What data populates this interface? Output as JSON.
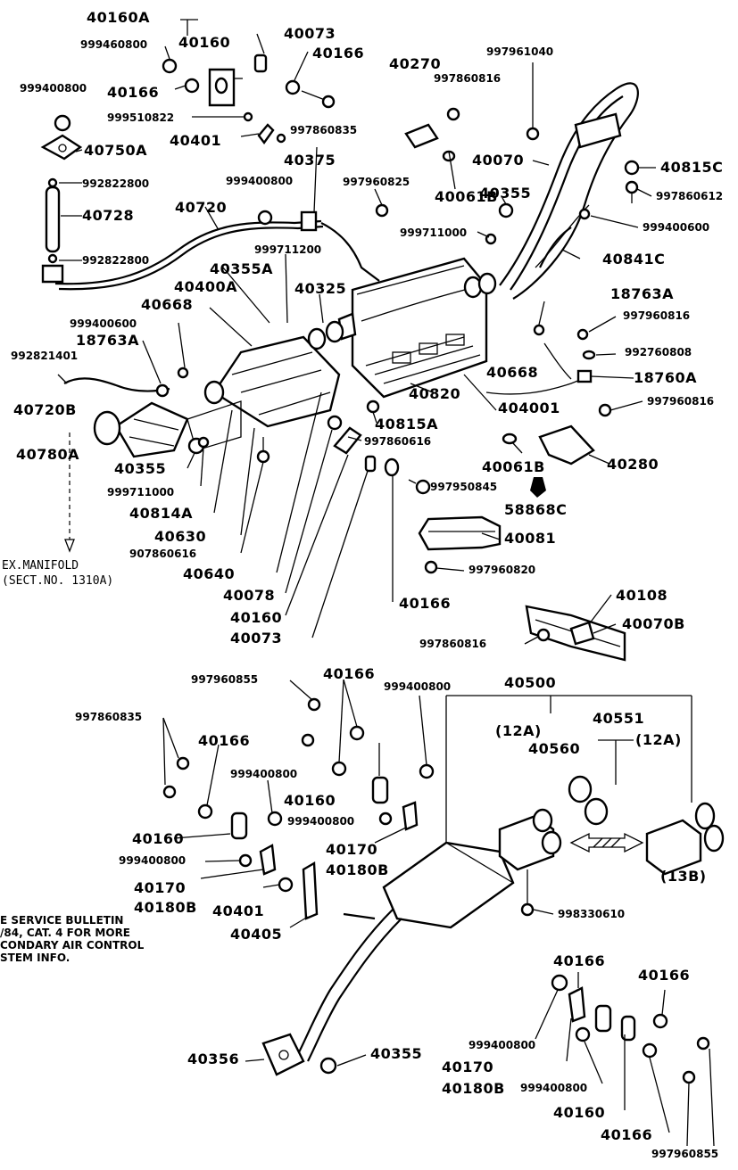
{
  "labels": {
    "l40160A": "40160A",
    "l999460800": "999460800",
    "l40160_top": "40160",
    "l40073_top": "40073",
    "l40166_top": "40166",
    "l40270": "40270",
    "l997961040": "997961040",
    "l999400800_a": "999400800",
    "l40166_b": "40166",
    "l997860816_a": "997860816",
    "l999510822": "999510822",
    "l997860835_a": "997860835",
    "l40401_top": "40401",
    "l40750A": "40750A",
    "l40070": "40070",
    "l40815C": "40815C",
    "l40375": "40375",
    "l992822800_a": "992822800",
    "l999400800_b": "999400800",
    "l997960825": "997960825",
    "l40061B_a": "40061B",
    "l40355_a": "40355",
    "l997860612": "997860612",
    "l40728": "40728",
    "l40720": "40720",
    "l999711000_a": "999711000",
    "l999400600_a": "999400600",
    "l992822800_b": "992822800",
    "l999711200": "999711200",
    "l40841C": "40841C",
    "l40355A": "40355A",
    "l40400A": "40400A",
    "l40325": "40325",
    "l18763A_a": "18763A",
    "l40668_a": "40668",
    "l999400600_b": "999400600",
    "l997960816_a": "997960816",
    "l18763A_b": "18763A",
    "l992760808": "992760808",
    "l992821401": "992821401",
    "l40668_b": "40668",
    "l18760A": "18760A",
    "l40720B": "40720B",
    "l40820": "40820",
    "l404001": "404001",
    "l997960816_b": "997960816",
    "l40815A": "40815A",
    "l997860616": "997860616",
    "l40780A": "40780A",
    "l40061B_b": "40061B",
    "l40280": "40280",
    "l40355_b": "40355",
    "l997950845": "997950845",
    "l999711000_b": "999711000",
    "l58868C": "58868C",
    "l40814A": "40814A",
    "l40630": "40630",
    "l40081": "40081",
    "l907860616": "907860616",
    "l997960820": "997960820",
    "l40640": "40640",
    "l40078": "40078",
    "l40166_c": "40166",
    "l40160_c": "40160",
    "l40073_c": "40073",
    "l40108": "40108",
    "l40070B": "40070B",
    "l997860816_b": "997860816",
    "l997960855_a": "997960855",
    "l40166_d": "40166",
    "l999400800_c": "999400800",
    "l40500": "40500",
    "l997860835_b": "997860835",
    "l40166_e": "40166",
    "l12A_a": "(12A)",
    "l40551": "40551",
    "l12A_b": "(12A)",
    "l40560": "40560",
    "l999400800_d": "999400800",
    "l40160_d": "40160",
    "l999400800_e": "999400800",
    "l40160_e": "40160",
    "l40170_a": "40170",
    "l40180B_a": "40180B",
    "l999400800_f": "999400800",
    "l13B": "(13B)",
    "l40170_b": "40170",
    "l40180B_b": "40180B",
    "l40401_b": "40401",
    "l998330610": "998330610",
    "l40405": "40405",
    "l40166_f": "40166",
    "l40166_g": "40166",
    "l40356": "40356",
    "l40355_c": "40355",
    "l999400800_g": "999400800",
    "l40170_c": "40170",
    "l40180B_c": "40180B",
    "l999400800_h": "999400800",
    "l40160_f": "40160",
    "l40166_h": "40166",
    "l997960855_b": "997960855"
  },
  "exhaust_manifold_note": "EX.MANIFOLD\n(SECT.NO. 1310A)",
  "service_note": "E SERVICE BULLETIN\n/84, CAT. 4 FOR MORE\nCONDARY AIR CONTROL\nSTEM INFO."
}
